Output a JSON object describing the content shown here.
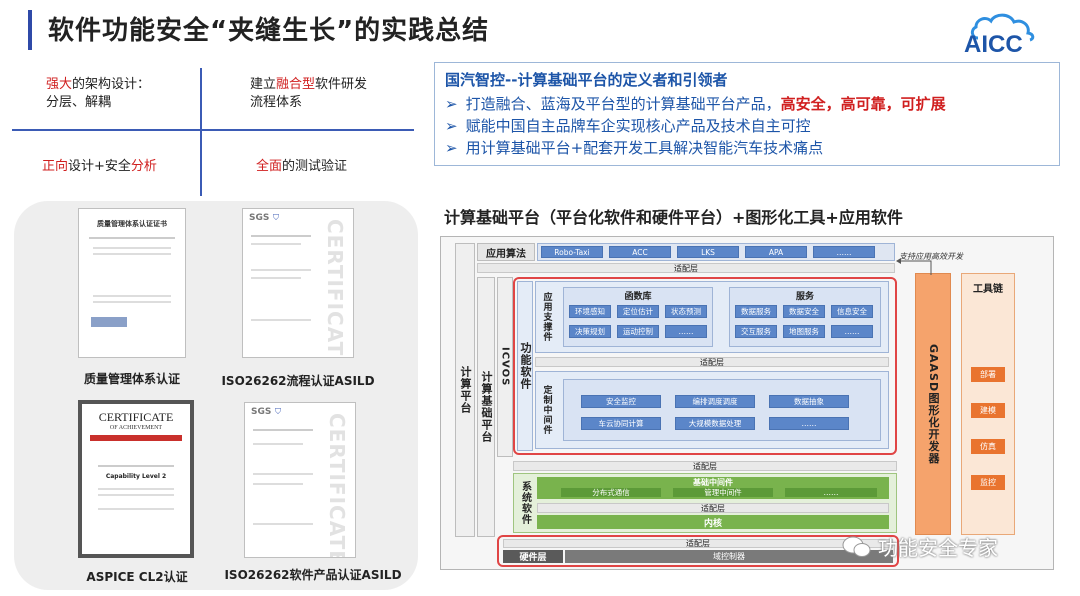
{
  "header": {
    "title": "软件功能安全“夹缝生长”的实践总结",
    "logo_text": "AICC"
  },
  "quadrants": {
    "top_left": {
      "highlight": "强大",
      "rest_line1": "的架构设计：",
      "line2": "分层、解耦"
    },
    "top_right": {
      "prefix": "建立",
      "highlight": "融合型",
      "rest_line1": "软件研发",
      "line2": "流程体系"
    },
    "bottom_left": {
      "highlight1": "正向",
      "middle": "设计+安全",
      "highlight2": "分析"
    },
    "bottom_right": {
      "highlight": "全面",
      "rest": "的测试验证"
    }
  },
  "certificates": [
    {
      "caption": "质量管理体系认证",
      "doc_title": "质量管理体系认证证书"
    },
    {
      "caption": "ISO26262流程认证ASILD",
      "doc_title": "SGS"
    },
    {
      "caption": "ASPICE CL2认证",
      "doc_title": "CERTIFICATE",
      "doc_sub": "OF ACHIEVEMENT",
      "level": "Capability Level 2"
    },
    {
      "caption": "ISO26262软件产品认证ASILD",
      "doc_title": "SGS"
    }
  ],
  "certificate_watermark": "CERTIFICATE",
  "intro": {
    "title": "国汽智控--计算基础平台的定义者和引领者",
    "arrow": "➢",
    "line1_prefix": "打造融合、蓝海及平台型的计算基础平台产品，",
    "line1_highlight": "高安全，高可靠，可扩展",
    "line2": "赋能中国自主品牌车企实现核心产品及技术自主可控",
    "line3": "用计算基础平台+配套开发工具解决智能汽车技术痛点"
  },
  "platform_heading": "计算基础平台（平台化软件和硬件平台）+图形化工具+应用软件",
  "arch": {
    "app_algo": "应用算法",
    "algos": [
      "Robo-Taxi",
      "ACC",
      "LKS",
      "APA",
      "……"
    ],
    "adapt": "适配层",
    "left_col": "计算平台",
    "mid_col": "计算基础平台",
    "icvos": "ICVOS",
    "func_sw": "功能软件",
    "app_support": "应用支撑件",
    "func_lib": "函数库",
    "func_items": [
      "环境感知",
      "定位估计",
      "状态预测",
      "决策规划",
      "运动控制",
      "……"
    ],
    "service": "服务",
    "service_items": [
      "数据服务",
      "数据安全",
      "信息安全",
      "交互服务",
      "地图服务",
      "……"
    ],
    "custom_mw": "定制中间件",
    "custom_items": [
      "安全监控",
      "编排调度调度",
      "数据抽象",
      "车云协同计算",
      "大规模数据处理",
      "……"
    ],
    "sys_sw": "系统软件",
    "base_mw": "基础中间件",
    "base_items": [
      "分布式通信",
      "管理中间件",
      "……"
    ],
    "kernel": "内核",
    "hw_layer": "硬件层",
    "domain_ctrl": "域控制器",
    "gaasd": "GAASD图形化开发器",
    "support_note": "支持应用高效开发",
    "toolchain": "工具链",
    "tools": [
      "部署",
      "建模",
      "仿真",
      "监控"
    ]
  },
  "watermark": "功能安全专家",
  "colors": {
    "accent_blue": "#1d55a8",
    "highlight_red": "#d01f1f",
    "diagram_blue": "#5b86c9",
    "diagram_green": "#79b34d",
    "diagram_orange": "#e9742f"
  }
}
